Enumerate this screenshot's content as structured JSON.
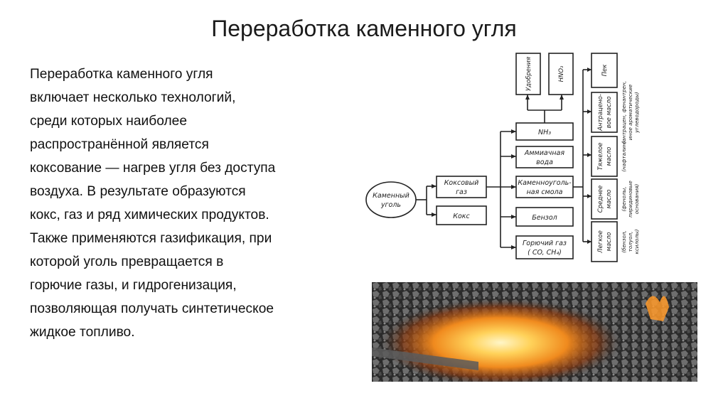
{
  "slide": {
    "title": "Переработка каменного угля",
    "body": "Переработка каменного угля\nвключает несколько технологий,\nсреди которых наиболее\nраспространённой является\nкоксование — нагрев угля без доступа\nвоздуха. В результате образуются\nкокс, газ и ряд химических продуктов.\nТакже применяются газификация, при\nкоторой уголь превращается в\nгорючие газы, и гидрогенизация,\nпозволяющая получать синтетическое\nжидкое топливо."
  },
  "diagram": {
    "root": [
      "Каменный",
      "уголь"
    ],
    "coke_gas": [
      "Коксовый",
      "газ"
    ],
    "coke": "Кокс",
    "fertilizers": "Удобрения",
    "hno3": "HNO₃",
    "nh3": "NH₃",
    "ammonia_water": [
      "Аммиачная",
      "вода"
    ],
    "coal_tar": [
      "Каменноуголь-",
      "ная смола"
    ],
    "benzene": "Бензол",
    "fuel_gas": [
      "Горючий газ",
      "( CO, CH₄)"
    ],
    "pitch": "Пек",
    "anthracene_oil": [
      "Антрацено-",
      "вое масло"
    ],
    "heavy_oil": [
      "Тяжелое",
      "масло"
    ],
    "middle_oil": [
      "Среднее",
      "масло"
    ],
    "light_oil": [
      "Легкое",
      "масло"
    ],
    "anthracene_oil_note": [
      "(антрацен, фенантрен,",
      "иное ароматические",
      "углеводороды)"
    ],
    "heavy_oil_note": "(нафталин)",
    "middle_oil_note": [
      "(фенолы,",
      "пиридиновые",
      "основания)"
    ],
    "light_oil_note": [
      "(бензол,",
      "толуол,",
      "ксилолы)"
    ]
  },
  "photo": {
    "icon": "burning-coal-photo"
  },
  "colors": {
    "background": "#ffffff",
    "text": "#111111",
    "line": "#222222"
  }
}
